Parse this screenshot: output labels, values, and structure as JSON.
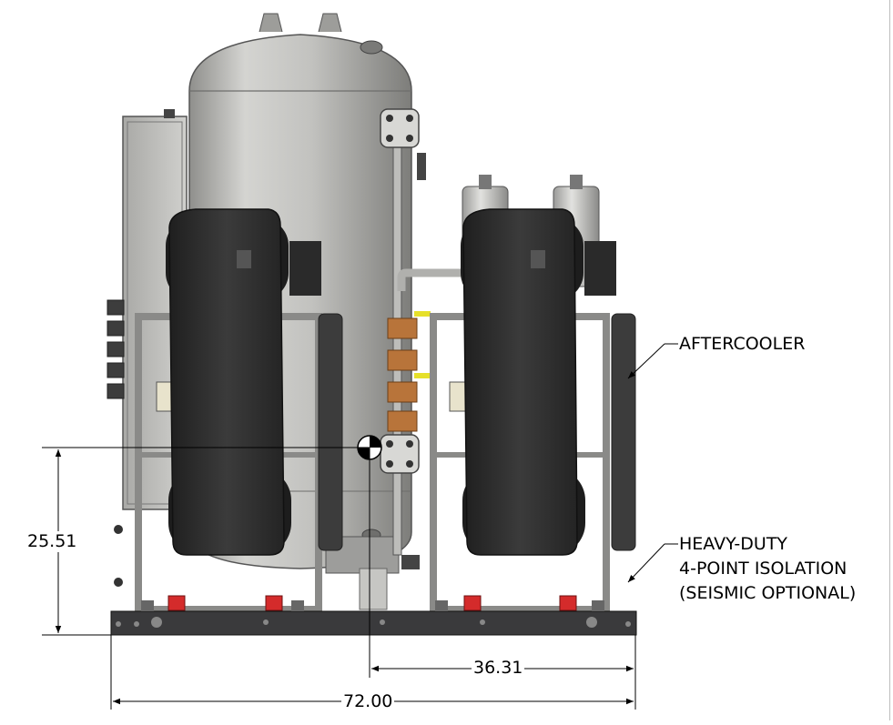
{
  "drawing": {
    "dimensions": {
      "height": "25.51",
      "offset": "36.31",
      "width": "72.00"
    },
    "callouts": {
      "aftercooler": "AFTERCOOLER",
      "isolation": [
        "HEAVY-DUTY",
        "4-POINT ISOLATION",
        "(SEISMIC OPTIONAL)"
      ]
    },
    "colors": {
      "tank": "#b8b8b4",
      "frame": "#c9c9c6",
      "cover": "#2e2e2e",
      "base": "#3a3a3c",
      "brass": "#b8743a",
      "mount": "#d42b2b",
      "dimension": "#000000"
    }
  }
}
